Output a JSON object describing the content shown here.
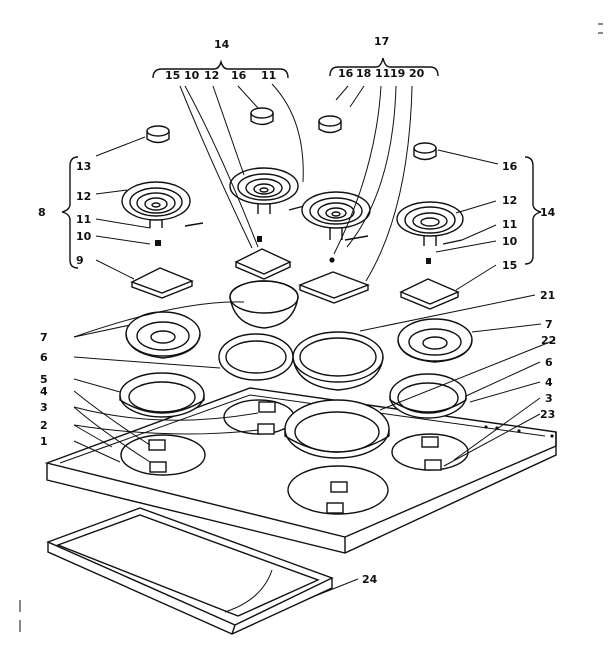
{
  "callouts": [
    {
      "id": "c14top",
      "text": "14"
    },
    {
      "id": "c17top",
      "text": "17"
    },
    {
      "id": "c15",
      "text": "15"
    },
    {
      "id": "c10a",
      "text": "10"
    },
    {
      "id": "c12a",
      "text": "12"
    },
    {
      "id": "c16a",
      "text": "16"
    },
    {
      "id": "c11a",
      "text": "11"
    },
    {
      "id": "c16b",
      "text": "16"
    },
    {
      "id": "c18",
      "text": "18"
    },
    {
      "id": "c11b",
      "text": "11"
    },
    {
      "id": "c19",
      "text": "19"
    },
    {
      "id": "c20",
      "text": "20"
    },
    {
      "id": "c13",
      "text": "13"
    },
    {
      "id": "c16c",
      "text": "16"
    },
    {
      "id": "c12b",
      "text": "12"
    },
    {
      "id": "c12c",
      "text": "12"
    },
    {
      "id": "c8",
      "text": "8"
    },
    {
      "id": "c14right",
      "text": "14"
    },
    {
      "id": "c11c",
      "text": "11"
    },
    {
      "id": "c11d",
      "text": "11"
    },
    {
      "id": "c10b",
      "text": "10"
    },
    {
      "id": "c10c",
      "text": "10"
    },
    {
      "id": "c9",
      "text": "9"
    },
    {
      "id": "c15b",
      "text": "15"
    },
    {
      "id": "c21",
      "text": "21"
    },
    {
      "id": "c7a",
      "text": "7"
    },
    {
      "id": "c7b",
      "text": "7"
    },
    {
      "id": "c22",
      "text": "22"
    },
    {
      "id": "c6a",
      "text": "6"
    },
    {
      "id": "c6b",
      "text": "6"
    },
    {
      "id": "c5",
      "text": "5"
    },
    {
      "id": "c4a",
      "text": "4"
    },
    {
      "id": "c4b",
      "text": "4"
    },
    {
      "id": "c3a",
      "text": "3"
    },
    {
      "id": "c3b",
      "text": "3"
    },
    {
      "id": "c23",
      "text": "23"
    },
    {
      "id": "c2",
      "text": "2"
    },
    {
      "id": "c1",
      "text": "1"
    },
    {
      "id": "c24",
      "text": "24"
    }
  ]
}
